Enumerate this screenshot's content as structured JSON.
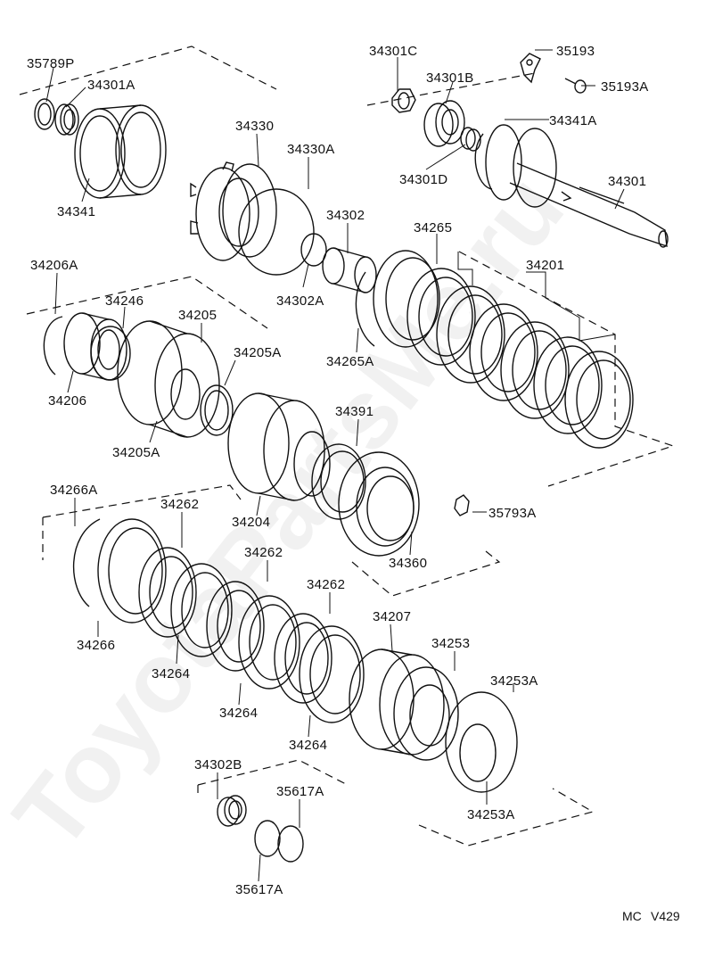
{
  "watermark": "ToyotaPartsMe.ru",
  "footer": {
    "left": "MC",
    "right": "V429"
  },
  "labels": {
    "l35789P": "35789P",
    "l34301A": "34301A",
    "l34341": "34341",
    "l34301C": "34301C",
    "l34301B": "34301B",
    "l35193": "35193",
    "l35193A": "35193A",
    "l34341A": "34341A",
    "l34301D": "34301D",
    "l34301": "34301",
    "l34330": "34330",
    "l34330A": "34330A",
    "l34302": "34302",
    "l34302A": "34302A",
    "l34265": "34265",
    "l34201": "34201",
    "l34265A": "34265A",
    "l34206A": "34206A",
    "l34246": "34246",
    "l34205": "34205",
    "l34205A_a": "34205A",
    "l34206": "34206",
    "l34205A_b": "34205A",
    "l34391": "34391",
    "l34204": "34204",
    "l34360": "34360",
    "l35793A": "35793A",
    "l34266A": "34266A",
    "l34262_a": "34262",
    "l34262_b": "34262",
    "l34262_c": "34262",
    "l34266": "34266",
    "l34264_a": "34264",
    "l34264_b": "34264",
    "l34264_c": "34264",
    "l34207": "34207",
    "l34253": "34253",
    "l34253A_a": "34253A",
    "l34253A_b": "34253A",
    "l34302B": "34302B",
    "l35617A_a": "35617A",
    "l35617A_b": "35617A"
  }
}
